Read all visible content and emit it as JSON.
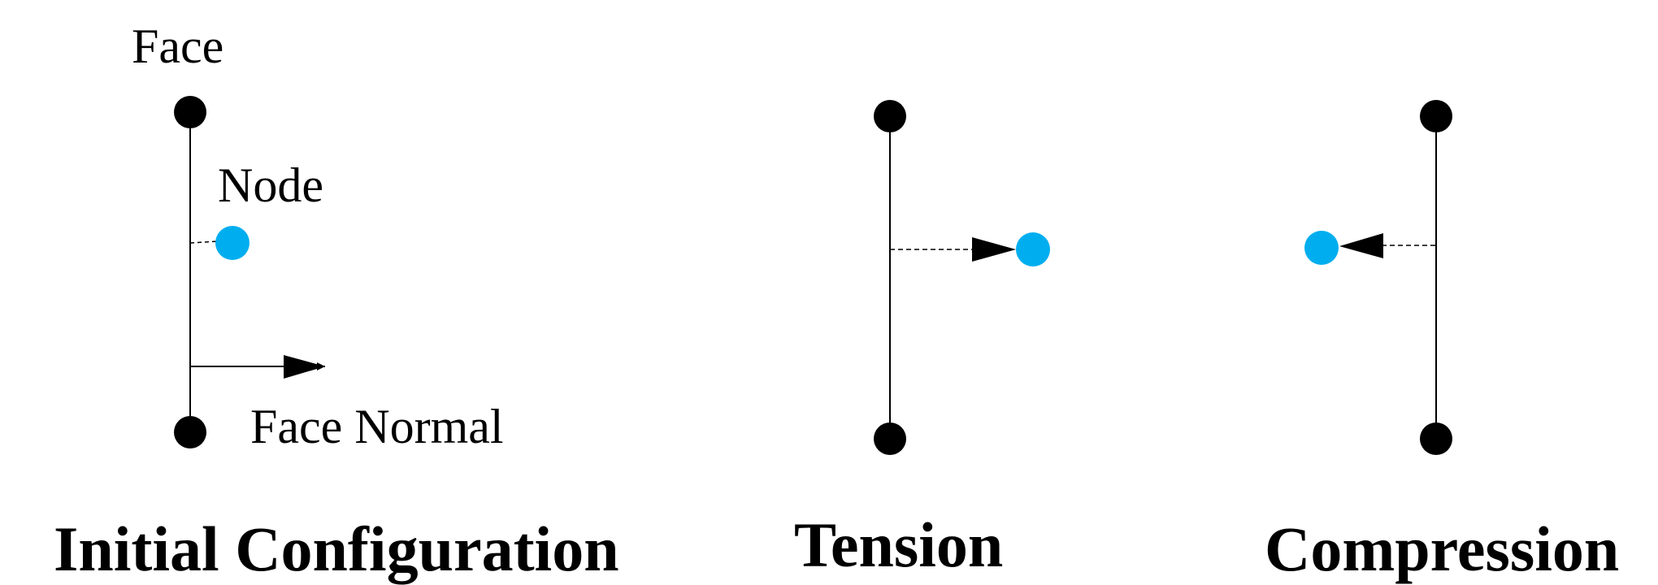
{
  "colors": {
    "ink": "#000000",
    "node": "#00aeef",
    "background": "#ffffff"
  },
  "panels": {
    "initial": {
      "caption": "Initial Configuration",
      "face_label": "Face",
      "node_label": "Node",
      "normal_label": "Face Normal"
    },
    "tension": {
      "caption": "Tension"
    },
    "compression": {
      "caption": "Compression"
    }
  }
}
